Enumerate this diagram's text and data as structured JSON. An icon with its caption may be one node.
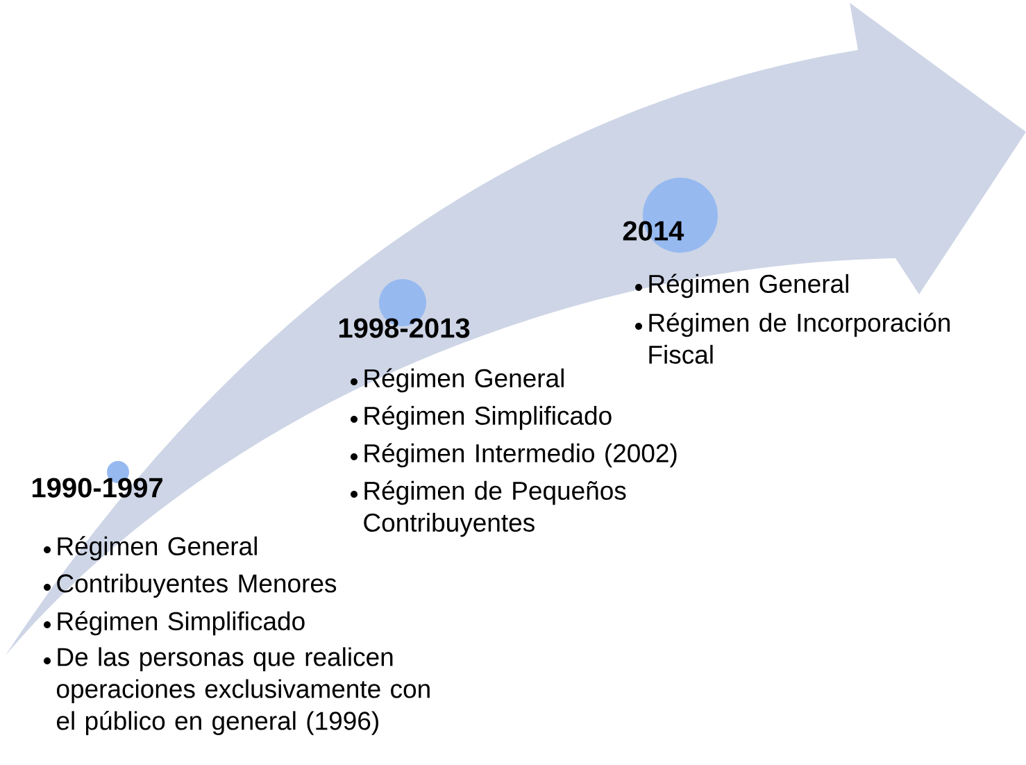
{
  "diagram": {
    "nodes": [
      {
        "text": [
          "1990-1997"
        ],
        "beside": [
          "Régimen General",
          "Contribuyentes Menores",
          "Régimen Simplificado",
          "De las personas que realicen operaciones exclusivamente con el público en general (1996)"
        ]
      },
      {
        "text": [
          "1998-2013"
        ],
        "beside": [
          "Régimen General",
          "Régimen Simplificado",
          "Régimen Intermedio (2002)",
          "Régimen de Pequeños Contribuyentes"
        ]
      },
      {
        "text": [
          "2014"
        ],
        "beside": [
          "Régimen General",
          "Régimen de Incorporación Fiscal"
        ]
      }
    ]
  }
}
